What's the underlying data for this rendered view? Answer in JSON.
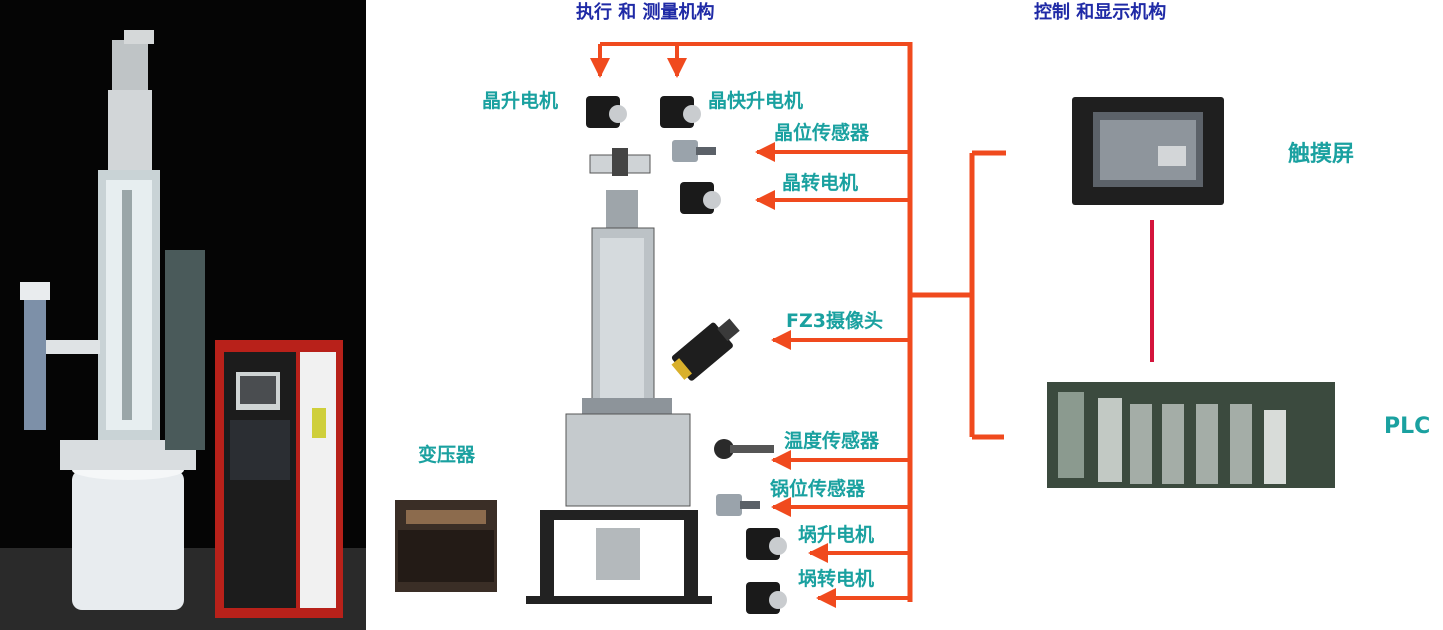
{
  "headers": {
    "actuation": "执行 和 测量机构",
    "control": "控制 和显示机构"
  },
  "labels": {
    "crystal_lift_motor": "晶升电机",
    "crystal_fast_lift_motor": "晶快升电机",
    "crystal_position_sensor": "晶位传感器",
    "crystal_rotation_motor": "晶转电机",
    "camera": "FZ3摄像头",
    "temperature_sensor": "温度传感器",
    "crucible_position_sensor": "锅位传感器",
    "crucible_lift_motor": "埚升电机",
    "crucible_rotation_motor": "埚转电机",
    "transformer": "变压器",
    "touchscreen": "触摸屏",
    "plc": "PLC"
  },
  "colors": {
    "bus": "#f04a1e",
    "label": "#1aa1a0",
    "header": "#1f2aa6"
  }
}
